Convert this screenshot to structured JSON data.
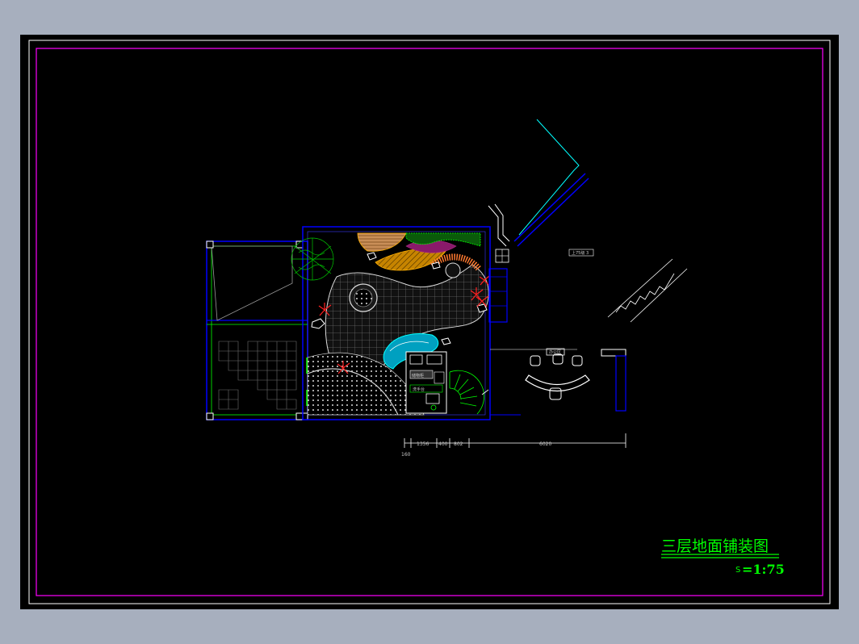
{
  "drawing": {
    "title": "三层地面铺装图",
    "scale_prefix": "S",
    "scale": "=1:75"
  },
  "dimensions": {
    "d1": "1356",
    "d2": "400",
    "d3": "802",
    "d4": "6020",
    "d5": "160"
  },
  "labels": {
    "tag_stair": "上75级 3",
    "tag_room": "办公区",
    "tag_box1": "洗手台",
    "tag_box2": "储物柜"
  },
  "colors": {
    "background": "#000000",
    "frame_outer": "#ffffff",
    "frame_inner": "#ff00ff",
    "wall": "#0000ff",
    "green": "#00ff00",
    "cyan": "#00ffff",
    "red": "#ff0000",
    "yellow": "#ffb000"
  }
}
